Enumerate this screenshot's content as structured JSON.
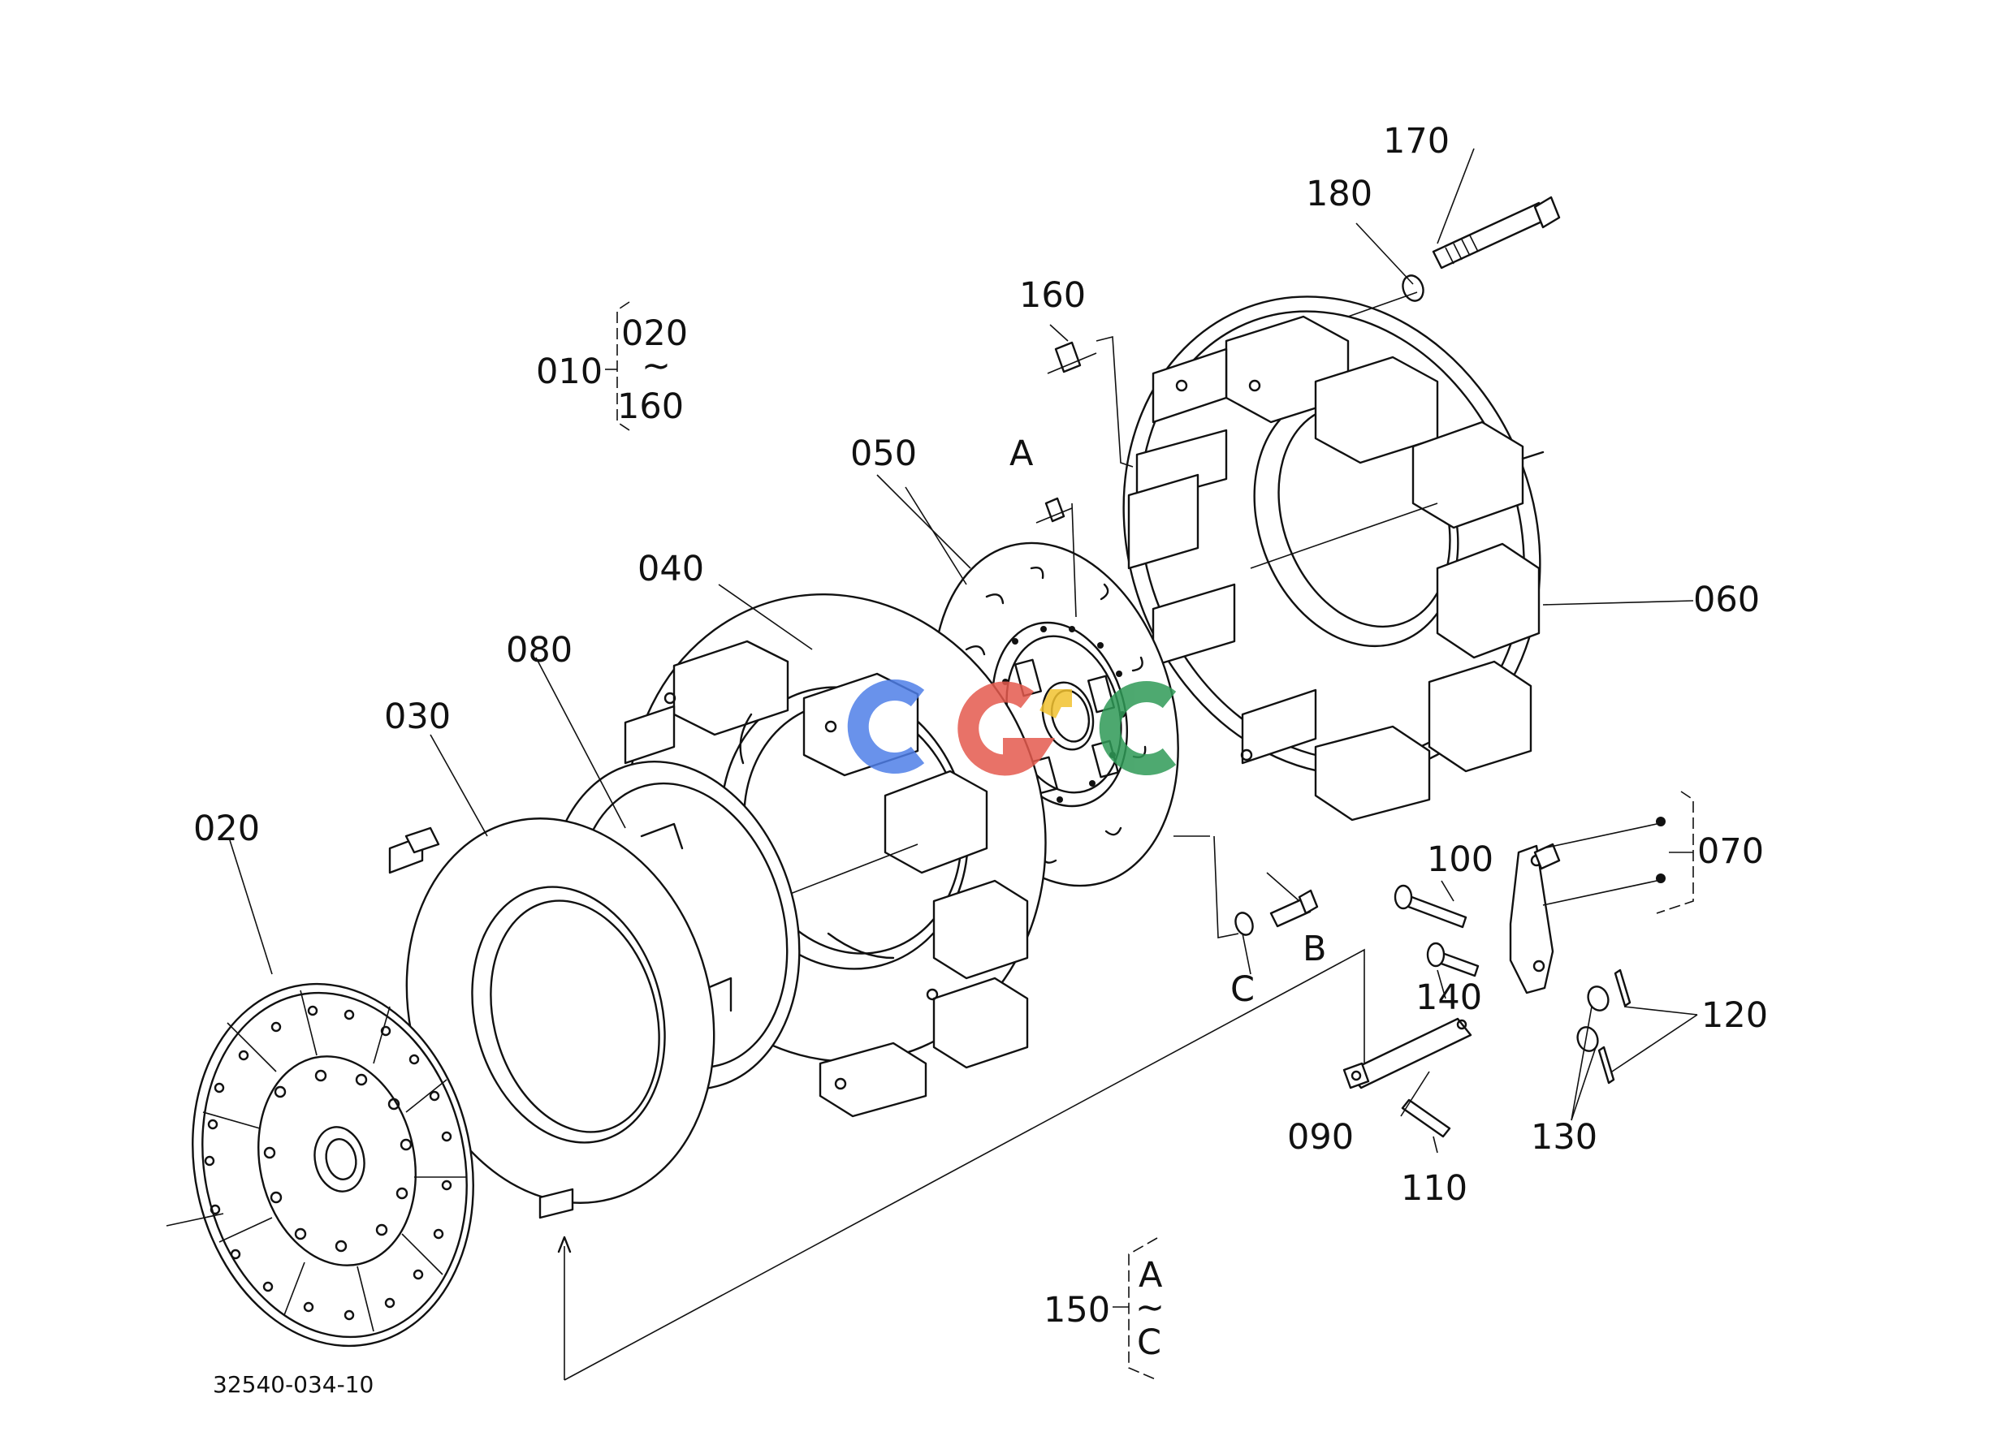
{
  "drawing_number": "32540-034-10",
  "callouts": {
    "c010": "010",
    "c020": "020",
    "c020_group": "020",
    "c160_group": "160",
    "c030": "030",
    "c040": "040",
    "c050": "050",
    "c060": "060",
    "c070": "070",
    "c080": "080",
    "c090": "090",
    "c100": "100",
    "c110": "110",
    "c120": "120",
    "c130": "130",
    "c140": "140",
    "c150": "150",
    "c160": "160",
    "c170": "170",
    "c180": "180",
    "cA": "A",
    "cB": "B",
    "cC": "C",
    "cA_group": "A",
    "cC_group": "C"
  },
  "range_mark": "∼",
  "watermark": {
    "text": "CGC",
    "colors": [
      "#4f7fe8",
      "#e55a4e",
      "#f2c230",
      "#2f9a57"
    ]
  }
}
